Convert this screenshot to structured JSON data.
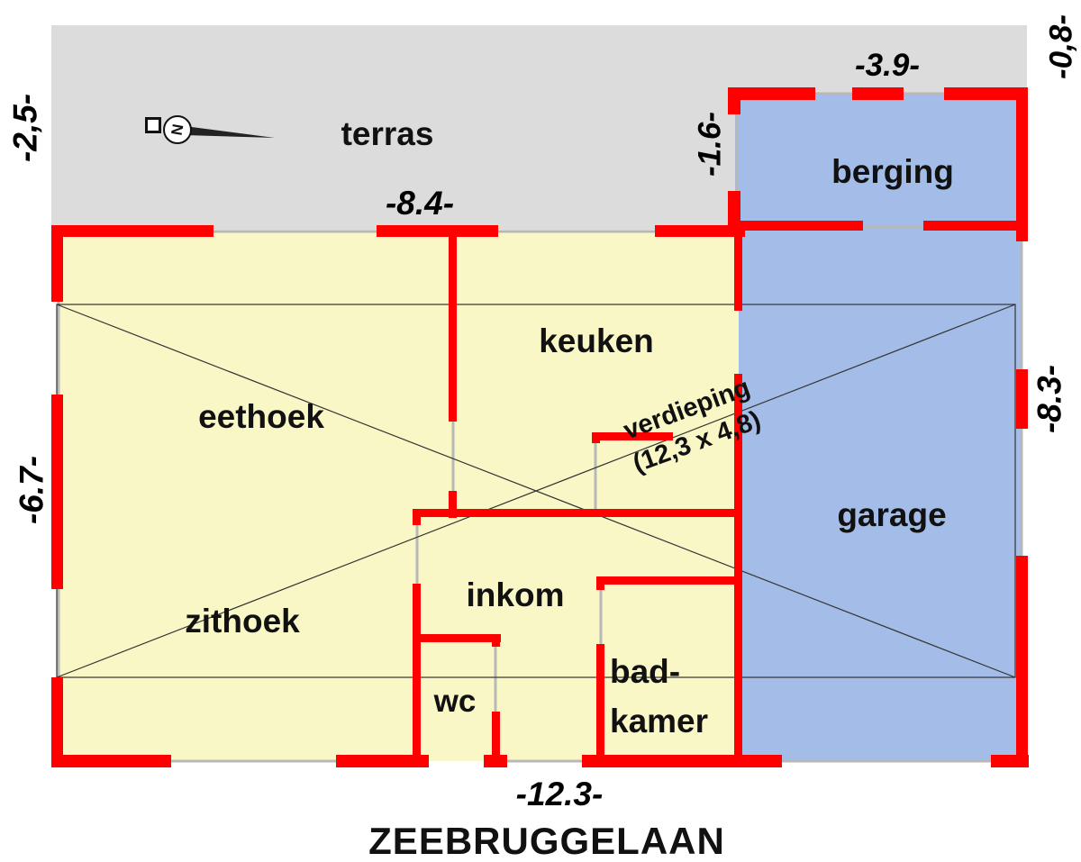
{
  "colors": {
    "terrace": "#dcdcdc",
    "living": "#f9f7c6",
    "storage": "#a4bde8",
    "wall": "#ff0000"
  },
  "rooms": {
    "terras": "terras",
    "berging": "berging",
    "keuken": "keuken",
    "eethoek": "eethoek",
    "garage": "garage",
    "inkom": "inkom",
    "zithoek": "zithoek",
    "wc": "wc",
    "badkamer_1": "bad-",
    "badkamer_2": "kamer"
  },
  "floor_note": {
    "line1": "verdieping",
    "line2": "(12,3 x 4,8)"
  },
  "dimensions": {
    "terrace_depth": "-2,5-",
    "storage_width": "-3.9-",
    "storage_offset": "-0,8-",
    "storage_depth": "-1.6-",
    "house_back": "-8.4-",
    "house_left": "-6.7-",
    "house_right": "-8.3-",
    "house_front": "-12.3-"
  },
  "street": "ZEEBRUGGELAAN",
  "compass": {
    "letter": "N",
    "icon": "north-arrow-icon"
  }
}
